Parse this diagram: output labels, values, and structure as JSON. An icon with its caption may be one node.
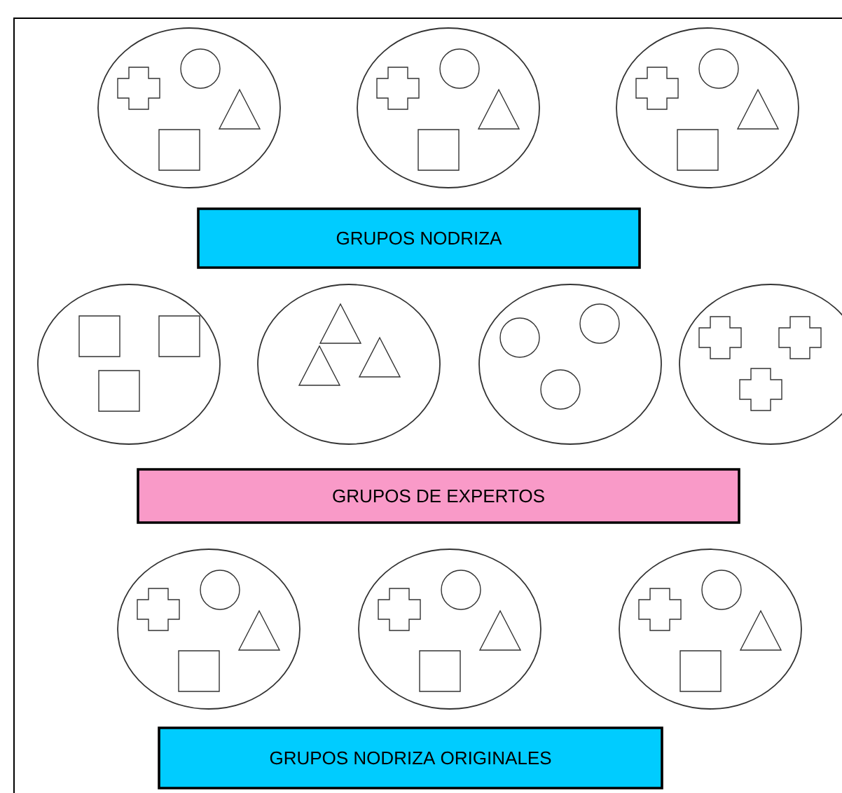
{
  "diagram": {
    "nodes": [
      {
        "text": [],
        "shape": "ellipse"
      },
      {
        "text": [],
        "shape": "cross",
        "in": 0
      },
      {
        "text": [],
        "shape": "circle",
        "in": 0
      },
      {
        "text": [],
        "shape": "triangle",
        "in": 0
      },
      {
        "text": [],
        "shape": "box",
        "in": 0
      },
      {
        "text": [],
        "shape": "ellipse"
      },
      {
        "text": [],
        "shape": "cross",
        "in": 5
      },
      {
        "text": [],
        "shape": "circle",
        "in": 5
      },
      {
        "text": [],
        "shape": "triangle",
        "in": 5
      },
      {
        "text": [],
        "shape": "box",
        "in": 5
      },
      {
        "text": [],
        "shape": "ellipse"
      },
      {
        "text": [],
        "shape": "cross",
        "in": 10
      },
      {
        "text": [],
        "shape": "circle",
        "in": 10
      },
      {
        "text": [],
        "shape": "triangle",
        "in": 10
      },
      {
        "text": [],
        "shape": "box",
        "in": 10
      },
      {
        "text": [
          "GRUPOS NODRIZA"
        ]
      },
      {
        "text": [],
        "shape": "ellipse"
      },
      {
        "text": [],
        "shape": "box",
        "in": 16
      },
      {
        "text": [],
        "shape": "box",
        "in": 16
      },
      {
        "text": [],
        "shape": "box",
        "in": 16
      },
      {
        "text": [],
        "shape": "ellipse"
      },
      {
        "text": [],
        "shape": "triangle",
        "in": 20
      },
      {
        "text": [],
        "shape": "triangle",
        "in": 20
      },
      {
        "text": [],
        "shape": "triangle",
        "in": 20
      },
      {
        "text": [],
        "shape": "ellipse"
      },
      {
        "text": [],
        "shape": "circle",
        "in": 24
      },
      {
        "text": [],
        "shape": "circle",
        "in": 24
      },
      {
        "text": [],
        "shape": "circle",
        "in": 24
      },
      {
        "text": [],
        "shape": "ellipse"
      },
      {
        "text": [],
        "shape": "cross",
        "in": 28
      },
      {
        "text": [],
        "shape": "cross",
        "in": 28
      },
      {
        "text": [],
        "shape": "cross",
        "in": 28
      },
      {
        "text": [
          "GRUPOS DE EXPERTOS"
        ]
      },
      {
        "text": [],
        "shape": "ellipse"
      },
      {
        "text": [],
        "shape": "cross",
        "in": 33
      },
      {
        "text": [],
        "shape": "circle",
        "in": 33
      },
      {
        "text": [],
        "shape": "triangle",
        "in": 33
      },
      {
        "text": [],
        "shape": "box",
        "in": 33
      },
      {
        "text": [],
        "shape": "ellipse"
      },
      {
        "text": [],
        "shape": "cross",
        "in": 38
      },
      {
        "text": [],
        "shape": "circle",
        "in": 38
      },
      {
        "text": [],
        "shape": "triangle",
        "in": 38
      },
      {
        "text": [],
        "shape": "box",
        "in": 38
      },
      {
        "text": [],
        "shape": "ellipse"
      },
      {
        "text": [],
        "shape": "cross",
        "in": 43
      },
      {
        "text": [],
        "shape": "circle",
        "in": 43
      },
      {
        "text": [],
        "shape": "triangle",
        "in": 43
      },
      {
        "text": [],
        "shape": "box",
        "in": 43
      },
      {
        "text": [
          "GRUPOS NODRIZA ORIGINALES"
        ]
      }
    ]
  }
}
